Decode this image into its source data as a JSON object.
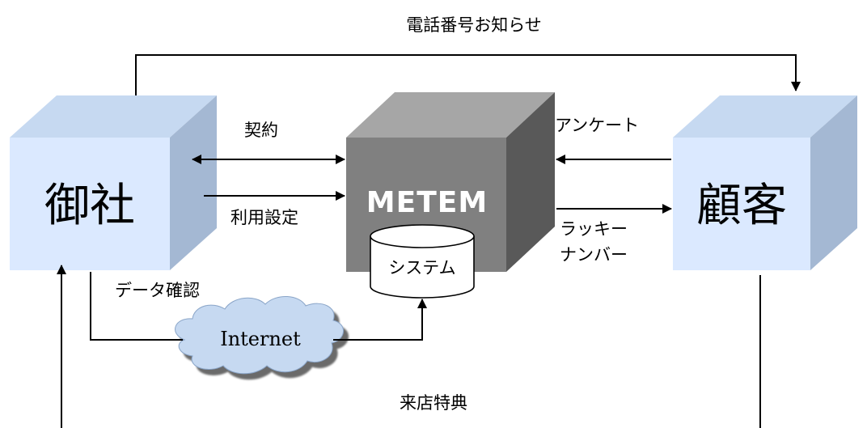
{
  "colors": {
    "entity_front": "#dbe9ff",
    "entity_top": "#c6d9f1",
    "entity_side": "#a4b8d3",
    "system_front": "#808080",
    "system_top": "#a6a6a6",
    "system_side": "#595959",
    "cloud_fill": "#c6d9f1",
    "cloud_shadow": "#6b6b6b",
    "line": "#000000"
  },
  "nodes": {
    "company": "御社",
    "customer": "顧客",
    "system_brand": "METEM",
    "system_db": "システム",
    "internet": "Internet"
  },
  "edges": {
    "phone_notice": "電話番号お知らせ",
    "contract": "契約",
    "usage_setting": "利用設定",
    "survey": "アンケート",
    "lucky_number_line1": "ラッキー",
    "lucky_number_line2": "ナンバー",
    "data_check": "データ確認",
    "visit_benefit": "来店特典"
  }
}
